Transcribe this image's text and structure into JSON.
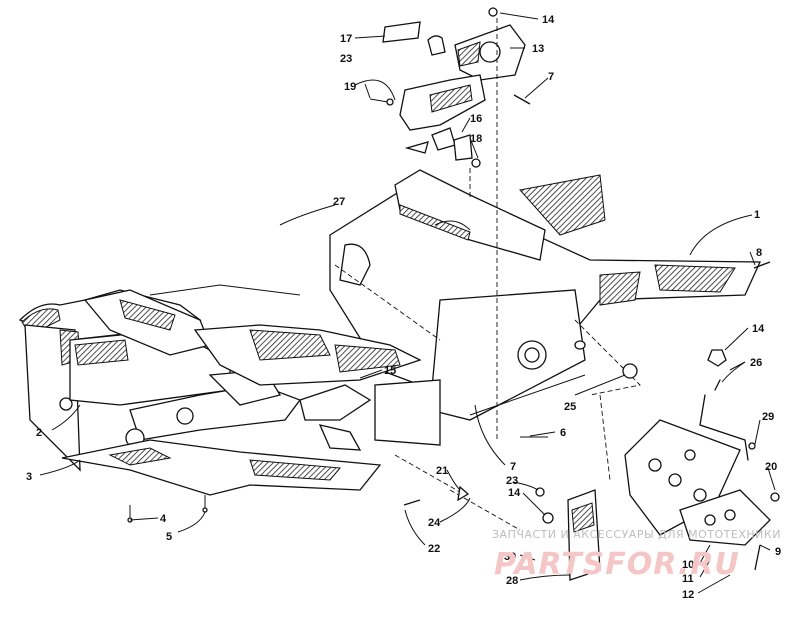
{
  "watermark": {
    "caption": "ЗАПЧАСТИ И АКСЕССУАРЫ ДЛЯ МОТОТЕХНИКИ",
    "brand": "PARTSFOR.RU"
  },
  "callouts": [
    {
      "id": "c1",
      "label": "1"
    },
    {
      "id": "c2",
      "label": "2"
    },
    {
      "id": "c3",
      "label": "3"
    },
    {
      "id": "c4",
      "label": "4"
    },
    {
      "id": "c5",
      "label": "5"
    },
    {
      "id": "c6",
      "label": "6"
    },
    {
      "id": "c7a",
      "label": "7"
    },
    {
      "id": "c7b",
      "label": "7"
    },
    {
      "id": "c8",
      "label": "8"
    },
    {
      "id": "c9",
      "label": "9"
    },
    {
      "id": "c10",
      "label": "10"
    },
    {
      "id": "c11",
      "label": "11"
    },
    {
      "id": "c12",
      "label": "12"
    },
    {
      "id": "c13",
      "label": "13"
    },
    {
      "id": "c14a",
      "label": "14"
    },
    {
      "id": "c14b",
      "label": "14"
    },
    {
      "id": "c14c",
      "label": "14"
    },
    {
      "id": "c15",
      "label": "15"
    },
    {
      "id": "c16",
      "label": "16"
    },
    {
      "id": "c17",
      "label": "17"
    },
    {
      "id": "c18",
      "label": "18"
    },
    {
      "id": "c19",
      "label": "19"
    },
    {
      "id": "c20",
      "label": "20"
    },
    {
      "id": "c21",
      "label": "21"
    },
    {
      "id": "c22",
      "label": "22"
    },
    {
      "id": "c23a",
      "label": "23"
    },
    {
      "id": "c23b",
      "label": "23"
    },
    {
      "id": "c24",
      "label": "24"
    },
    {
      "id": "c25",
      "label": "25"
    },
    {
      "id": "c26",
      "label": "26"
    },
    {
      "id": "c27",
      "label": "27"
    },
    {
      "id": "c28",
      "label": "28"
    },
    {
      "id": "c29",
      "label": "29"
    },
    {
      "id": "c30",
      "label": "30"
    }
  ]
}
